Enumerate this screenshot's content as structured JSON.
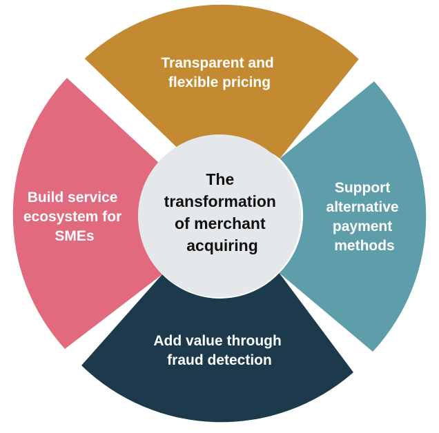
{
  "diagram": {
    "center": {
      "lines": [
        "The",
        "transformation",
        "of merchant",
        "acquiring"
      ],
      "color": "#E4E8EB"
    },
    "segments": [
      {
        "id": "top",
        "lines": [
          "Transparent and",
          "flexible pricing"
        ],
        "color": "#C48A32"
      },
      {
        "id": "right",
        "lines": [
          "Support",
          "alternative",
          "payment",
          "methods"
        ],
        "color": "#5E9EAB"
      },
      {
        "id": "bottom",
        "lines": [
          "Add value through",
          "fraud detection"
        ],
        "color": "#1C3A4B"
      },
      {
        "id": "left",
        "lines": [
          "Build service",
          "ecosystem for",
          "SMEs"
        ],
        "color": "#E26A7E"
      }
    ]
  }
}
